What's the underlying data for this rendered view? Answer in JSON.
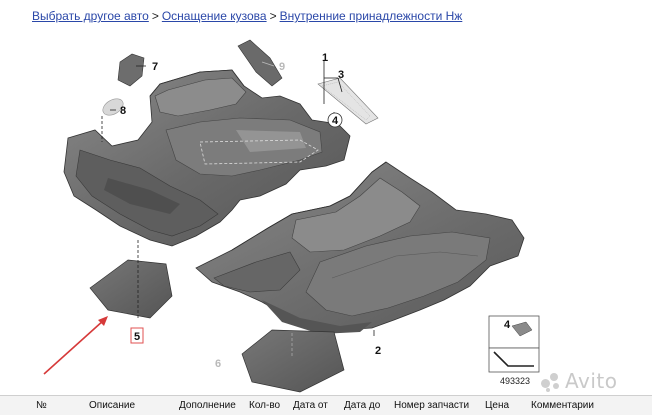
{
  "breadcrumb": {
    "items": [
      "Выбрать другое авто",
      "Оснащение кузова",
      "Внутренние принадлежности Нж"
    ],
    "separator": ">"
  },
  "diagram": {
    "callouts": [
      "1",
      "2",
      "3",
      "4",
      "5",
      "6",
      "7",
      "8",
      "9"
    ],
    "thumbnail_label": "4",
    "reference_number": "493323"
  },
  "table_header": {
    "columns": [
      "№",
      "Описание",
      "Дополнение",
      "Кол-во",
      "Дата от",
      "Дата до",
      "Номер запчасти",
      "Цена",
      "Комментарии"
    ]
  },
  "watermark": "Avito",
  "colors": {
    "link": "#2a47a8",
    "arrow": "#d63a3a",
    "part_fill": "#6f6f6f",
    "header_bg": "#f3f3f3"
  }
}
